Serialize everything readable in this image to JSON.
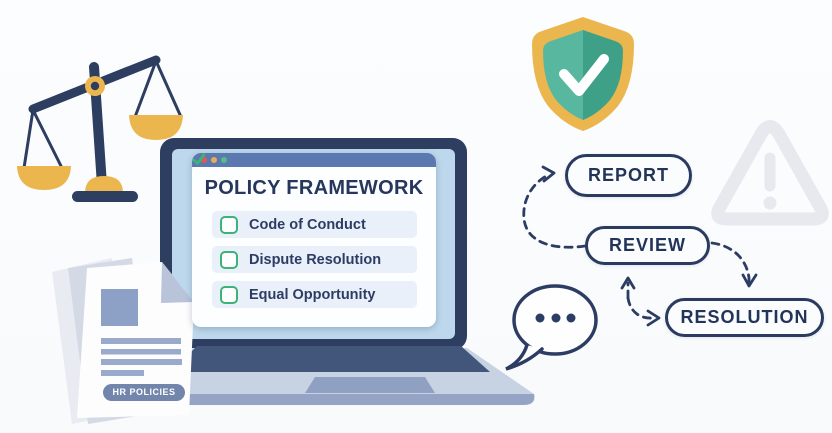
{
  "laptop": {
    "browser": {
      "title": "POLICY FRAMEWORK",
      "window_dots": [
        "red",
        "yellow",
        "green"
      ],
      "checklist": [
        {
          "label": "Code of Conduct",
          "checked": true
        },
        {
          "label": "Dispute Resolution",
          "checked": true
        },
        {
          "label": "Equal Opportunity",
          "checked": true
        }
      ]
    }
  },
  "documents": {
    "badge_label": "HR POLICIES"
  },
  "process_flow": {
    "steps": [
      {
        "label": "REPORT"
      },
      {
        "label": "REVIEW"
      },
      {
        "label": "RESOLUTION"
      }
    ],
    "connector_style": "dashed-arrows"
  },
  "decorative_icons": [
    "scales-of-justice-icon",
    "shield-check-icon",
    "warning-triangle-icon",
    "speech-bubble-icon"
  ],
  "colors": {
    "navy": "#2c3c63",
    "gold": "#ecb64f",
    "teal_light": "#58b89f",
    "teal_dark": "#3fa088",
    "check_green": "#3cb377",
    "screen_blue": "#bdd8ec",
    "titlebar_blue": "#5c78b0",
    "row_bg": "#e9f0fa",
    "doc_accent": "#8da0c6",
    "badge_bg": "#7285ab",
    "laptop_body": "#c7d2e3",
    "keyboard": "#42567c",
    "trackpad": "#8fa0c3",
    "warning_gray": "#e7e9ef"
  }
}
